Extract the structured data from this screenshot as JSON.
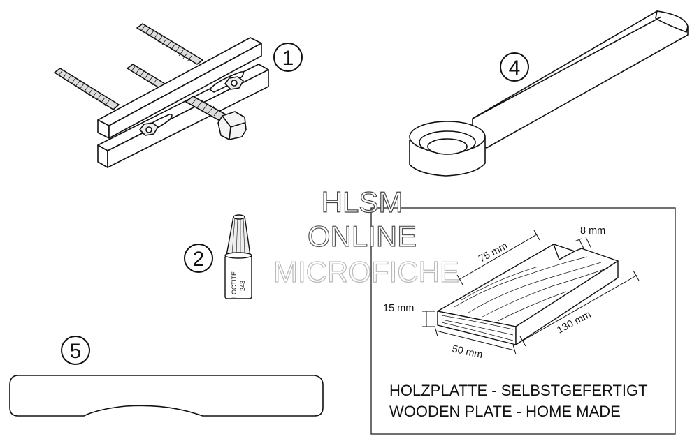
{
  "watermark": {
    "line1": "HLSM",
    "line2": "ONLINE",
    "line3": "MICROFICHE"
  },
  "parts": [
    {
      "label": "1",
      "item": "puller"
    },
    {
      "label": "2",
      "item": "loctite-bottle"
    },
    {
      "label": "4",
      "item": "spanner"
    },
    {
      "label": "5",
      "item": "plate"
    }
  ],
  "loctite": {
    "brand": "LOCTITE",
    "number": "243"
  },
  "wooden_plate": {
    "dimensions": {
      "length": "75 mm",
      "slot": "8 mm",
      "height": "15 mm",
      "width": "50 mm",
      "depth": "130 mm"
    },
    "caption_de": "HOLZPLATTE - SELBSTGEFERTIGT",
    "caption_en": "WOODEN PLATE - HOME MADE"
  }
}
